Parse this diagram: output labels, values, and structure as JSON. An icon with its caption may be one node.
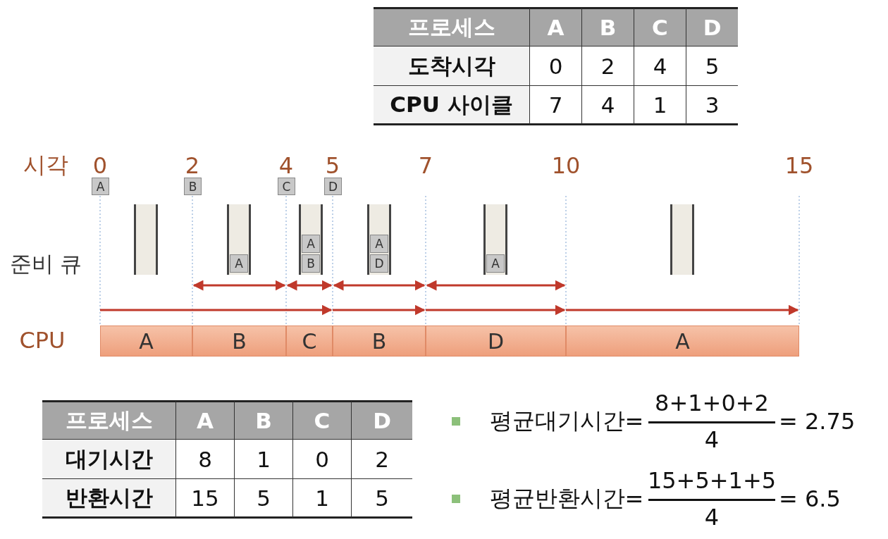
{
  "diagram": {
    "nodes": [
      {
        "text": [],
        "shape": "box"
      },
      {
        "text": [
          "A"
        ]
      },
      {
        "text": [
          "A",
          "B"
        ]
      },
      {
        "text": [
          "A",
          "D"
        ]
      },
      {
        "text": [
          "A"
        ]
      },
      {
        "text": [],
        "shape": "box"
      }
    ],
    "labels": [
      "프로세스",
      "A",
      "B",
      "C",
      "D",
      "도착시각",
      "0",
      "2",
      "4",
      "5",
      "CPU 사이클",
      "7",
      "4",
      "1",
      "3",
      "시각",
      "0",
      "2",
      "4",
      "5",
      "7",
      "10",
      "15",
      "A",
      "B",
      "C",
      "D",
      "준비 큐",
      "CPU",
      "A",
      "B",
      "C",
      "B",
      "D",
      "A",
      "프로세스",
      "A",
      "B",
      "C",
      "D",
      "대기시간",
      "8",
      "1",
      "0",
      "2",
      "반환시간",
      "15",
      "5",
      "1",
      "5",
      "평균대기시간",
      "=",
      "8+1+0+2",
      "4",
      "= 2.75",
      "평균반환시간",
      "=",
      "15+5+1+5",
      "4",
      "= 6.5"
    ]
  }
}
